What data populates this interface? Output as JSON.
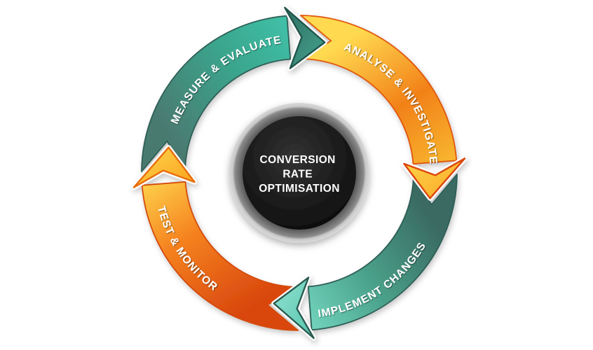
{
  "diagram": {
    "center": {
      "lines": [
        "CONVERSION",
        "RATE",
        "OPTIMISATION"
      ],
      "text_color": "#ffffff",
      "circle_color": "#070707",
      "circle_highlight": "#333333",
      "ring_inner": "#4a4a4a",
      "ring_mid": "#8c8c8c",
      "ring_outer": "#d9d9d9"
    },
    "label_color": "#ffffff",
    "arrows": [
      {
        "id": "measure-evaluate",
        "label": "MEASURE & EVALUATE",
        "gradient": {
          "from": "#4a7a70",
          "mid": "#3aa68e",
          "to": "#41c4ab"
        },
        "edge": "#2e5f56",
        "head": {
          "from": "#2f6d62",
          "to": "#44a58f",
          "border": "#24554b"
        }
      },
      {
        "id": "analyse-investigate",
        "label": "ANALYSE & INVESTIGATE",
        "gradient": {
          "from": "#ffd94f",
          "mid": "#f28118",
          "to": "#f9bd33"
        },
        "edge": "#e0560c",
        "head": {
          "from": "#ffd44a",
          "to": "#f9a826",
          "border": "#dc4708"
        }
      },
      {
        "id": "implement-changes",
        "label": "IMPLEMENT CHANGES",
        "gradient": {
          "from": "#3a6b62",
          "mid": "#4aa18a",
          "to": "#76d9c3"
        },
        "edge": "#2e5f56",
        "head": {
          "from": "#93e2d0",
          "to": "#55c5ae",
          "border": "#2b5b51"
        }
      },
      {
        "id": "test-monitor",
        "label": "TEST & MONITOR",
        "gradient": {
          "from": "#ffd94f",
          "mid": "#f5821f",
          "to": "#d9470e"
        },
        "edge": "#d44b0c",
        "head": {
          "from": "#ffd84f",
          "to": "#f9a01b",
          "border": "#e86e0e"
        }
      }
    ]
  }
}
